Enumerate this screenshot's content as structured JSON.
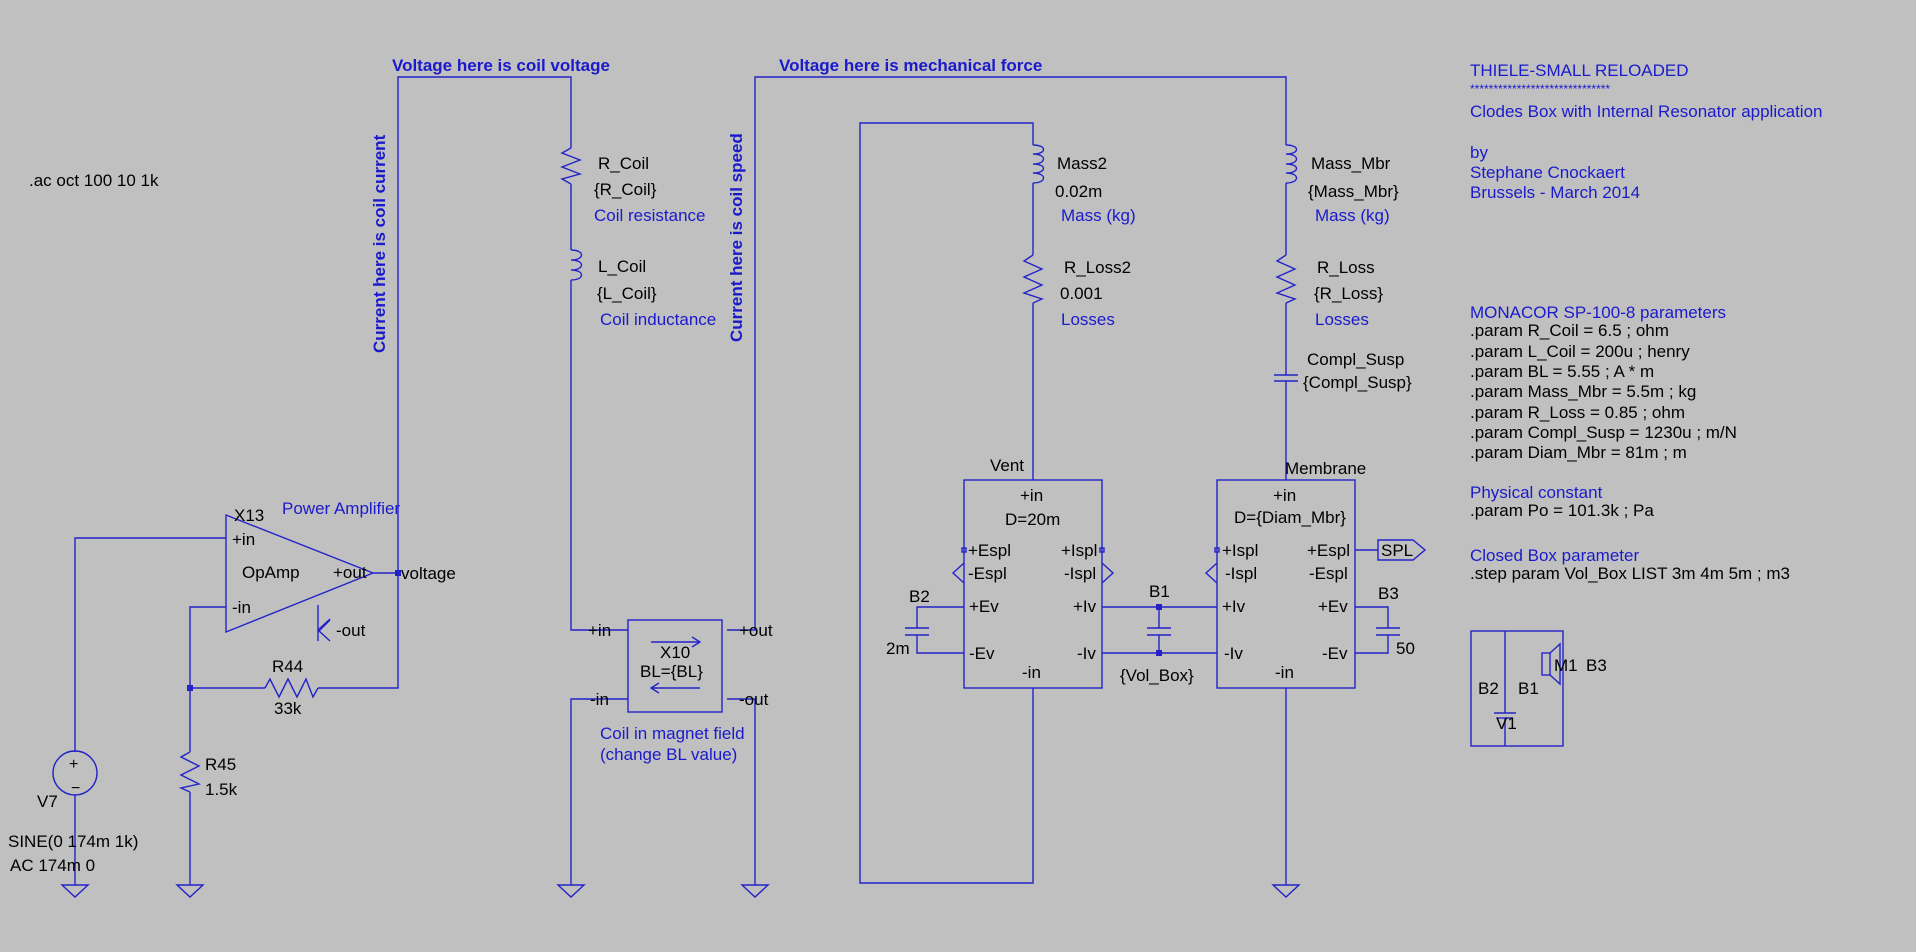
{
  "directive_ac": ".ac oct 100 10 1k",
  "wire_labels": {
    "coil_voltage": "Voltage here is coil voltage",
    "mech_force": "Voltage here is mechanical force",
    "coil_current": "Current here is coil current",
    "coil_speed": "Current here is coil speed",
    "voltage_net": "voltage"
  },
  "title_block": {
    "title": "THIELE-SMALL RELOADED",
    "stars": "******************************",
    "subtitle": "Clodes Box with Internal Resonator application",
    "by": "by",
    "author": "Stephane Cnockaert",
    "place_date": "Brussels - March 2014"
  },
  "params": {
    "header": "MONACOR SP-100-8 parameters",
    "lines": [
      ".param R_Coil = 6.5 ; ohm",
      ".param L_Coil = 200u ; henry",
      ".param BL = 5.55 ; A * m",
      ".param Mass_Mbr = 5.5m ; kg",
      ".param R_Loss = 0.85 ; ohm",
      ".param Compl_Susp = 1230u ; m/N",
      ".param Diam_Mbr = 81m ; m"
    ],
    "phys_header": "Physical constant",
    "phys_line": ".param Po = 101.3k ; Pa",
    "box_header": "Closed Box parameter",
    "box_line": ".step param Vol_Box LIST  3m 4m 5m ; m3"
  },
  "amp": {
    "name": "X13",
    "label": "Power Amplifier",
    "body": "OpAmp",
    "pin_in_p": "+in",
    "pin_in_n": "-in",
    "pin_out_p": "+out",
    "pin_out_n": "-out"
  },
  "r44": {
    "name": "R44",
    "value": "33k"
  },
  "r45": {
    "name": "R45",
    "value": "1.5k"
  },
  "v7": {
    "name": "V7",
    "line1": "SINE(0 174m 1k)",
    "line2": "AC 174m 0"
  },
  "rcoil": {
    "name": "R_Coil",
    "value": "{R_Coil}",
    "desc": "Coil resistance"
  },
  "lcoil": {
    "name": "L_Coil",
    "value": "{L_Coil}",
    "desc": "Coil inductance"
  },
  "x10": {
    "name": "X10",
    "value": "BL={BL}",
    "pin_in_p": "+in",
    "pin_in_n": "-in",
    "pin_out_p": "+out",
    "pin_out_n": "-out",
    "desc1": "Coil in magnet field",
    "desc2": "(change BL value)"
  },
  "mass2": {
    "name": "Mass2",
    "value": "0.02m",
    "desc": "Mass (kg)"
  },
  "rloss2": {
    "name": "R_Loss2",
    "value": "0.001",
    "desc": "Losses"
  },
  "massmbr": {
    "name": "Mass_Mbr",
    "value": "{Mass_Mbr}",
    "desc": "Mass (kg)"
  },
  "rloss": {
    "name": "R_Loss",
    "value": "{R_Loss}",
    "desc": "Losses"
  },
  "compl": {
    "name": "Compl_Susp",
    "value": "{Compl_Susp}"
  },
  "vent": {
    "title": "Vent",
    "pin_in_p": "+in",
    "param": "D=20m",
    "espl_p": "+Espl",
    "espl_n": "-Espl",
    "ispl_p": "+Ispl",
    "ispl_n": "-Ispl",
    "ev_p": "+Ev",
    "ev_n": "-Ev",
    "iv_p": "+Iv",
    "iv_n": "-Iv",
    "pin_in_n": "-in"
  },
  "membrane": {
    "title": "Membrane",
    "pin_in_p": "+in",
    "param": "D={Diam_Mbr}",
    "ispl_p": "+Ispl",
    "ispl_n": "-Ispl",
    "espl_p": "+Espl",
    "espl_n": "-Espl",
    "iv_p": "+Iv",
    "iv_n": "-Iv",
    "ev_p": "+Ev",
    "ev_n": "-Ev",
    "pin_in_n": "-in"
  },
  "b1": {
    "name": "B1",
    "value": "{Vol_Box}"
  },
  "b2": {
    "name": "B2",
    "value": "2m"
  },
  "b3": {
    "name": "B3",
    "value": "50"
  },
  "spl_flag": "SPL",
  "legend": {
    "b2": "B2",
    "b1": "B1",
    "m1": "M1",
    "b3": "B3",
    "v1": "V1"
  }
}
